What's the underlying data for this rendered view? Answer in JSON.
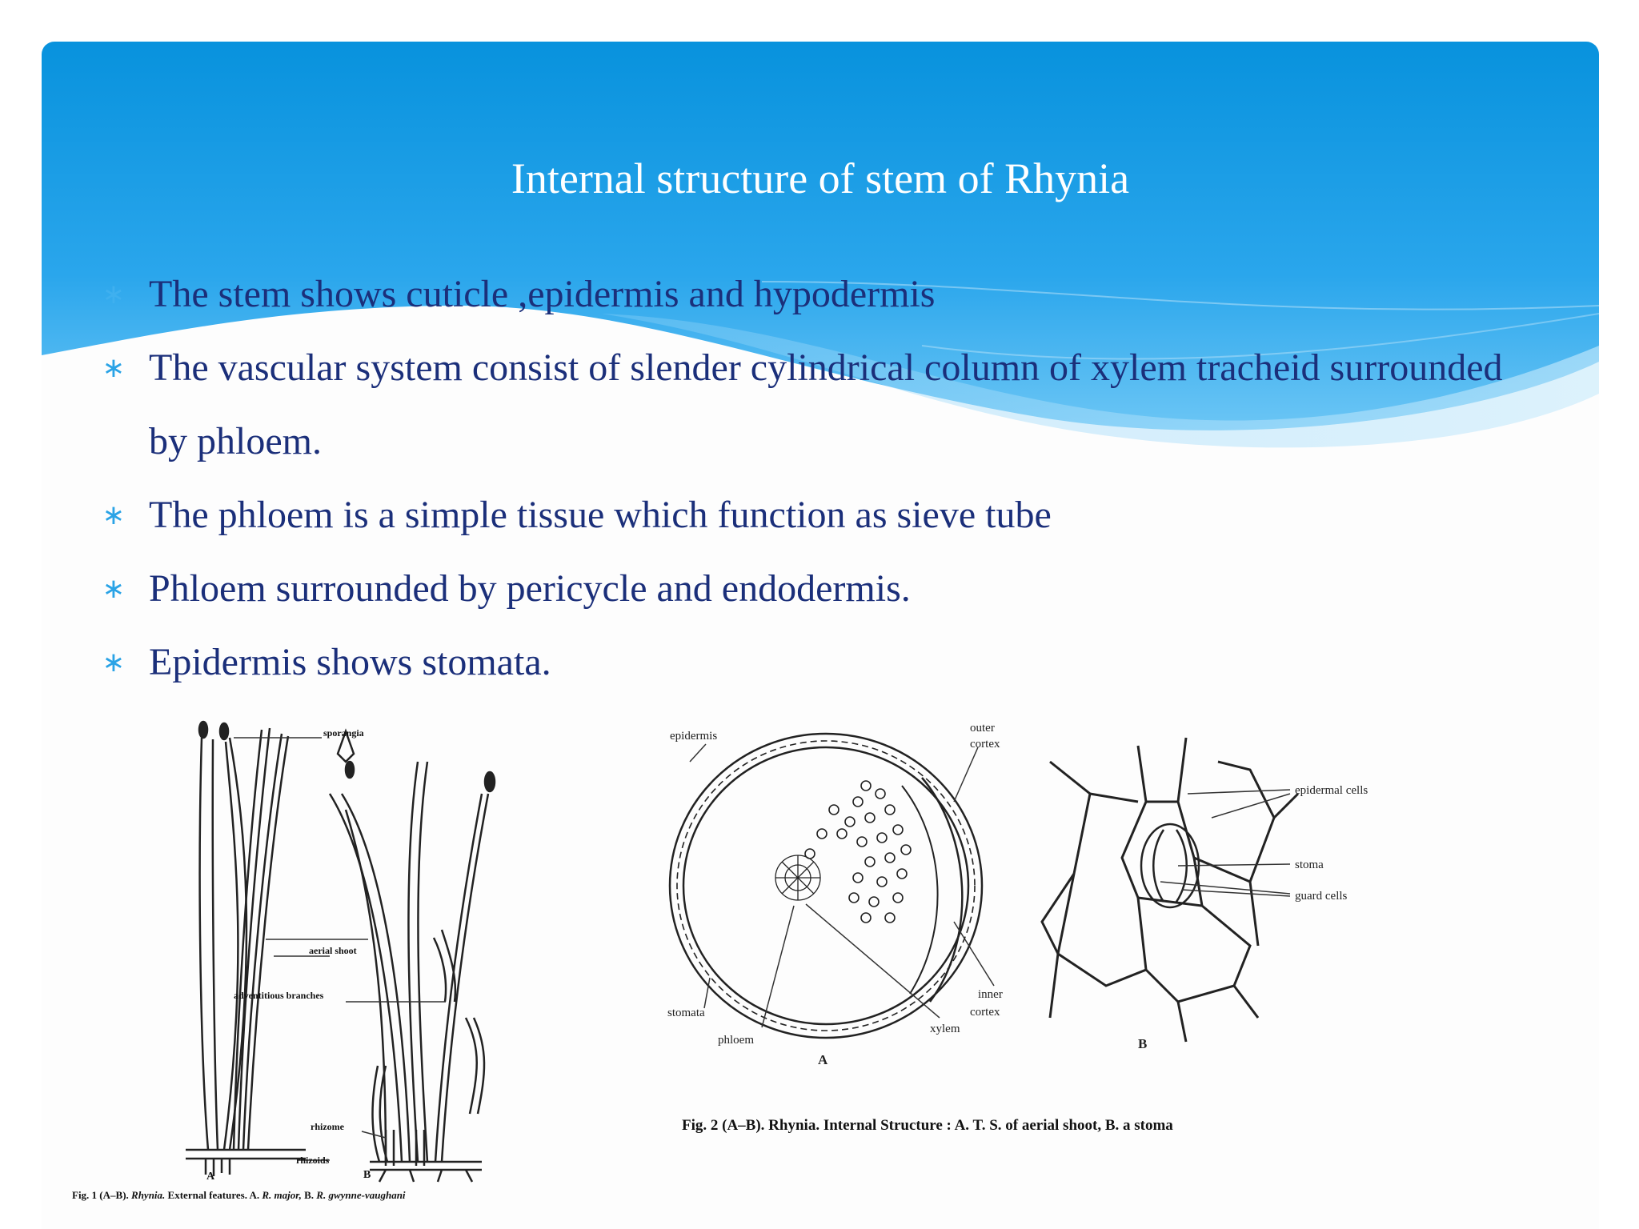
{
  "slide": {
    "title": "Internal structure of stem of Rhynia",
    "bullet_symbol": "∗",
    "bullets": [
      "The stem shows cuticle ,epidermis and hypodermis",
      "The vascular system consist of slender cylindrical column of xylem tracheid surrounded by phloem.",
      "The phloem is a simple tissue which function as sieve tube",
      "Phloem surrounded by pericycle and endodermis.",
      "Epidermis shows stomata."
    ],
    "colors": {
      "header_top": "#0892dd",
      "header_bottom": "#3fb0ef",
      "bullet_text": "#1b2f7a",
      "bullet_mark": "#2aa3e6"
    }
  },
  "figure1": {
    "labels": {
      "sporangia": "sporangia",
      "aerial_shoot": "aerial shoot",
      "adventitious_branches": "adventitious branches",
      "rhizome": "rhizome",
      "rhizoids": "rhizoids",
      "panel_a": "A",
      "panel_b": "B"
    },
    "caption_prefix": "Fig. 1 (A–B). ",
    "caption_genus": "Rhynia.",
    "caption_middle": " External features. A. ",
    "caption_species_a": "R. major,",
    "caption_b": " B. ",
    "caption_species_b": "R. gwynne-vaughani"
  },
  "figure2": {
    "labels": {
      "epidermis": "epidermis",
      "outer": "outer",
      "cortex_outer": "cortex",
      "inner": "inner",
      "cortex_inner": "cortex",
      "stomata": "stomata",
      "phloem": "phloem",
      "xylem": "xylem",
      "panel_a": "A",
      "panel_b": "B",
      "epidermal_cells": "epidermal cells",
      "stoma": "stoma",
      "guard_cells": "guard cells"
    },
    "caption": "Fig. 2 (A–B). Rhynia. Internal Structure : A. T. S. of aerial shoot, B. a stoma"
  }
}
